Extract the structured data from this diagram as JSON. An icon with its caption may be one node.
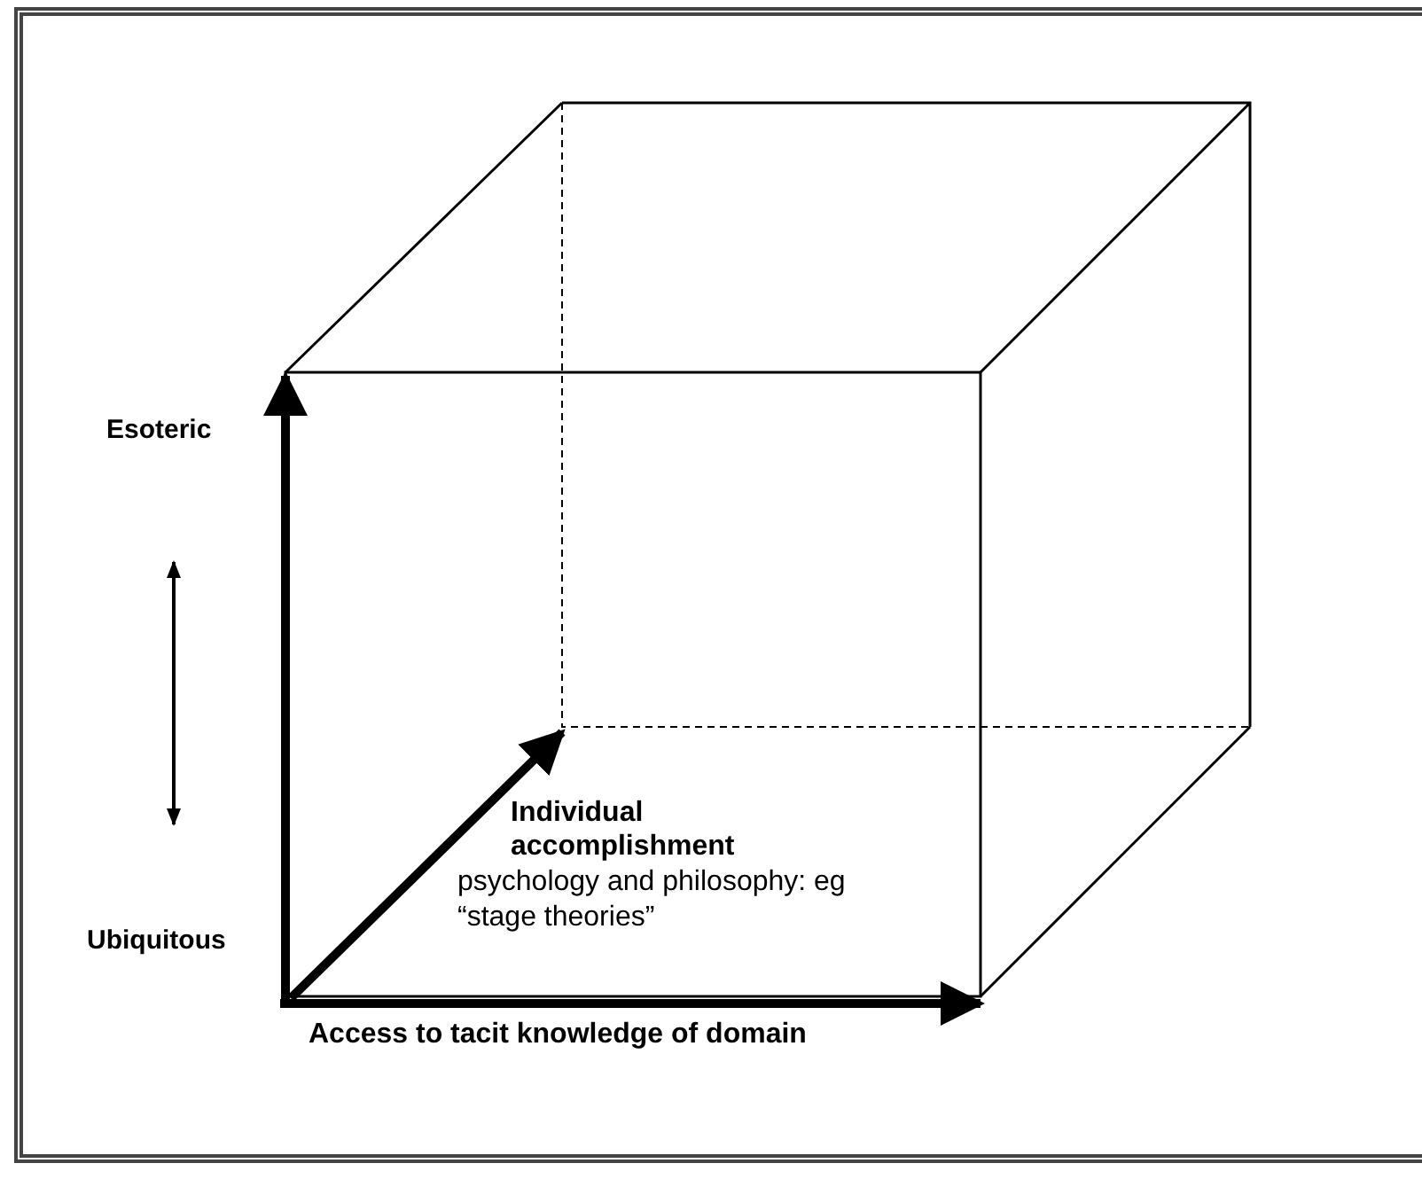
{
  "diagram": {
    "labels": [
      "Esoteric",
      "Ubiquitous",
      "Access to tacit knowledge of domain",
      "Individual accomplishment",
      "psychology and philosophy: eg “stage theories”"
    ]
  }
}
